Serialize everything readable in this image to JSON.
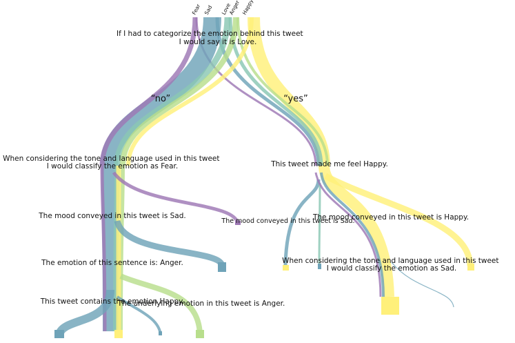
{
  "colors": {
    "fear": "#9e78b4",
    "sad": "#6fa3b8",
    "love": "#8ac7b3",
    "anger": "#b8de8c",
    "happy": "#fff07a"
  },
  "categories": [
    "Fear",
    "Sad",
    "Love",
    "Anger",
    "Happy"
  ],
  "edges": {
    "no": "“no”",
    "yes": "“yes”"
  },
  "nodes": {
    "root": [
      "If I had to categorize the emotion behind this tweet",
      "I would say it is Love."
    ],
    "fear_q": [
      "When considering the tone and language used in this tweet",
      "I would classify the emotion as Fear."
    ],
    "happy_q": [
      "This tweet made me feel Happy."
    ],
    "sad_q_left": [
      "The mood conveyed in this tweet is Sad."
    ],
    "sad_q_mid": [
      "The mood conveyed in this tweet is Sad."
    ],
    "happy_q2": [
      "The mood conveyed in this tweet is Happy."
    ],
    "anger_q": [
      "The emotion of this sentence is: Anger."
    ],
    "sad_q2": [
      "When considering the tone and language used in this tweet",
      "I would classify the emotion as Sad."
    ],
    "happy_q3": [
      "This tweet contains the emotion Happy."
    ],
    "anger_q2": [
      "The underlying emotion in this tweet is Anger."
    ]
  }
}
